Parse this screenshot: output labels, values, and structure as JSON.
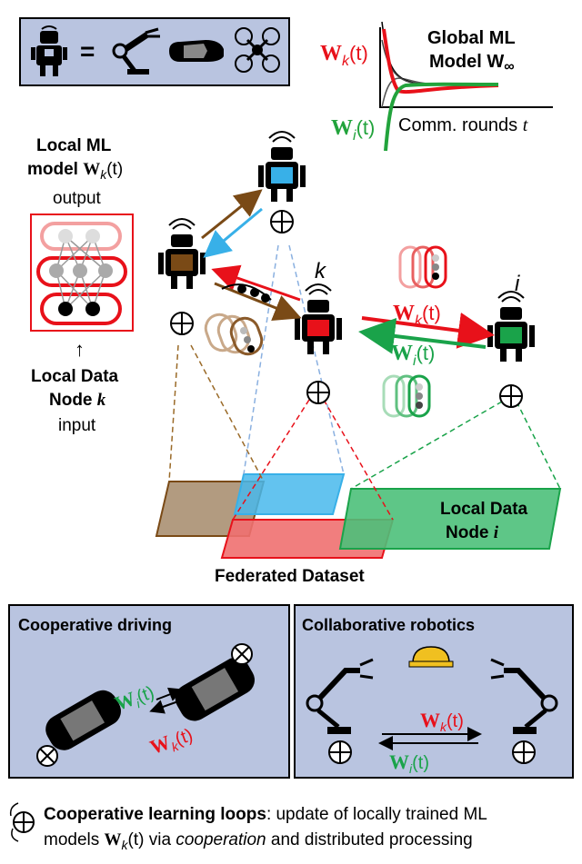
{
  "legend_box": {
    "equals": "="
  },
  "convergence": {
    "wk": {
      "main": "W",
      "sub": "k",
      "arg": "(t)"
    },
    "wi": {
      "main": "W",
      "sub": "i",
      "arg": "(t)"
    },
    "global_line1": "Global ML",
    "global_line2": "Model W",
    "global_inf": "∞",
    "comm_rounds": "Comm. rounds ",
    "comm_t": "t",
    "colors": {
      "red": "#e8111a",
      "green": "#22a33c",
      "black": "#000000"
    }
  },
  "local_model": {
    "line1": "Local ML",
    "line2_prefix": "model ",
    "w": "W",
    "sub": "k",
    "arg": "(t)",
    "line3": "output"
  },
  "local_data_k": {
    "arrow": "↑",
    "line1": "Local Data",
    "line2_prefix": "Node ",
    "k": "k",
    "line3": "input"
  },
  "node_labels": {
    "k": "k",
    "i": "i"
  },
  "center_links": {
    "wk": {
      "main": "W",
      "sub": "k",
      "arg": "(t)"
    },
    "wi": {
      "main": "W",
      "sub": "i",
      "arg": "(t)"
    }
  },
  "local_data_i": {
    "line1": "Local Data",
    "line2_prefix": "Node ",
    "i": "i"
  },
  "federated_label": "Federated Dataset",
  "panels": {
    "driving": {
      "title": "Cooperative driving",
      "wi": {
        "main": "W",
        "sub": "i",
        "arg": "(t)"
      },
      "wk": {
        "main": "W",
        "sub": "k",
        "arg": "(t)"
      }
    },
    "robotics": {
      "title": "Collaborative robotics",
      "wk": {
        "main": "W",
        "sub": "k",
        "arg": "(t)"
      },
      "wi": {
        "main": "W",
        "sub": "i",
        "arg": "(t)"
      }
    }
  },
  "caption": {
    "bold": "Cooperative learning loops",
    "rest1": ": update of locally trained ML",
    "line2_a": "models ",
    "w": "W",
    "sub": "k",
    "arg": "(t)",
    "line2_b": " via ",
    "coop": "cooperation",
    "line2_c": " and distributed processing"
  },
  "palette": {
    "panel_bg": "#b9c4e0",
    "brown": "#7a4a16",
    "blue": "#38b0e8",
    "red": "#e8111a",
    "green": "#1aa34a",
    "federated_red": "#f07070",
    "federated_green": "#4cc07a",
    "federated_brown": "#a58a6a"
  }
}
